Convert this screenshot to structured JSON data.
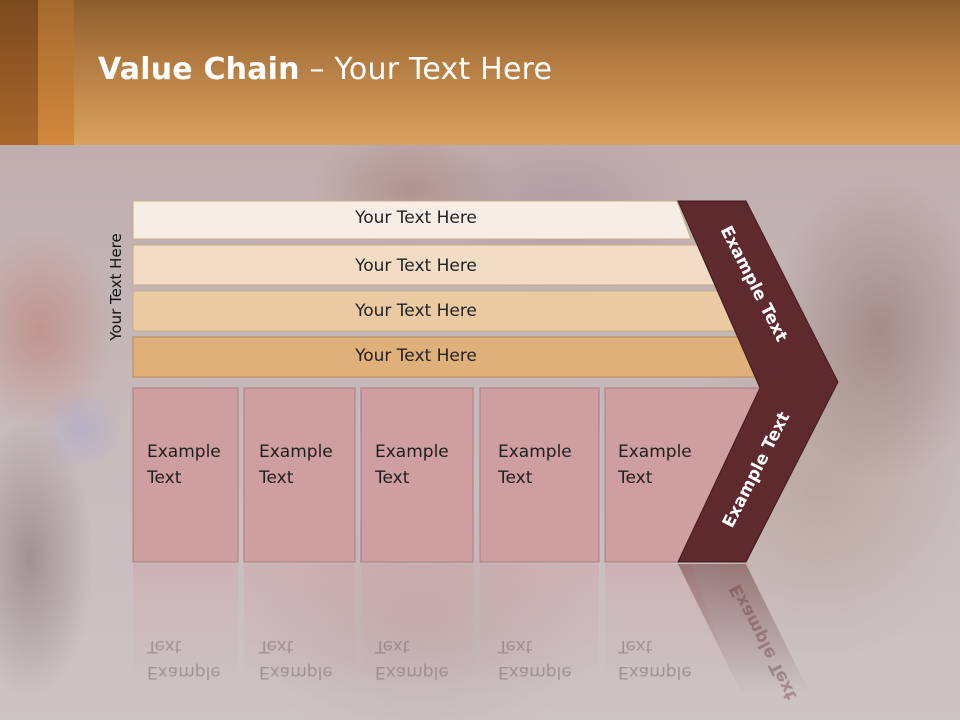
{
  "slide": {
    "title_bold": "Value Chain",
    "title_rest": " – Your Text Here",
    "side_label": "Your Text Here"
  },
  "rows": [
    {
      "label": "Your Text Here",
      "fill": "#f6ede4"
    },
    {
      "label": "Your Text Here",
      "fill": "#f1dcc5"
    },
    {
      "label": "Your Text Here",
      "fill": "#eacaa3"
    },
    {
      "label": "Your Text Here",
      "fill": "#e0b07a"
    }
  ],
  "cells": [
    {
      "line1": "Example",
      "line2": "Text"
    },
    {
      "line1": "Example",
      "line2": "Text"
    },
    {
      "line1": "Example",
      "line2": "Text"
    },
    {
      "line1": "Example",
      "line2": "Text"
    },
    {
      "line1": "Example",
      "line2": "Text"
    }
  ],
  "chevron": {
    "upper_label": "Example Text",
    "lower_label": "Example Text",
    "color": "#5e2a2d"
  },
  "colors": {
    "header": "#c48a4c",
    "cell_fill": "#cf9ea0"
  }
}
